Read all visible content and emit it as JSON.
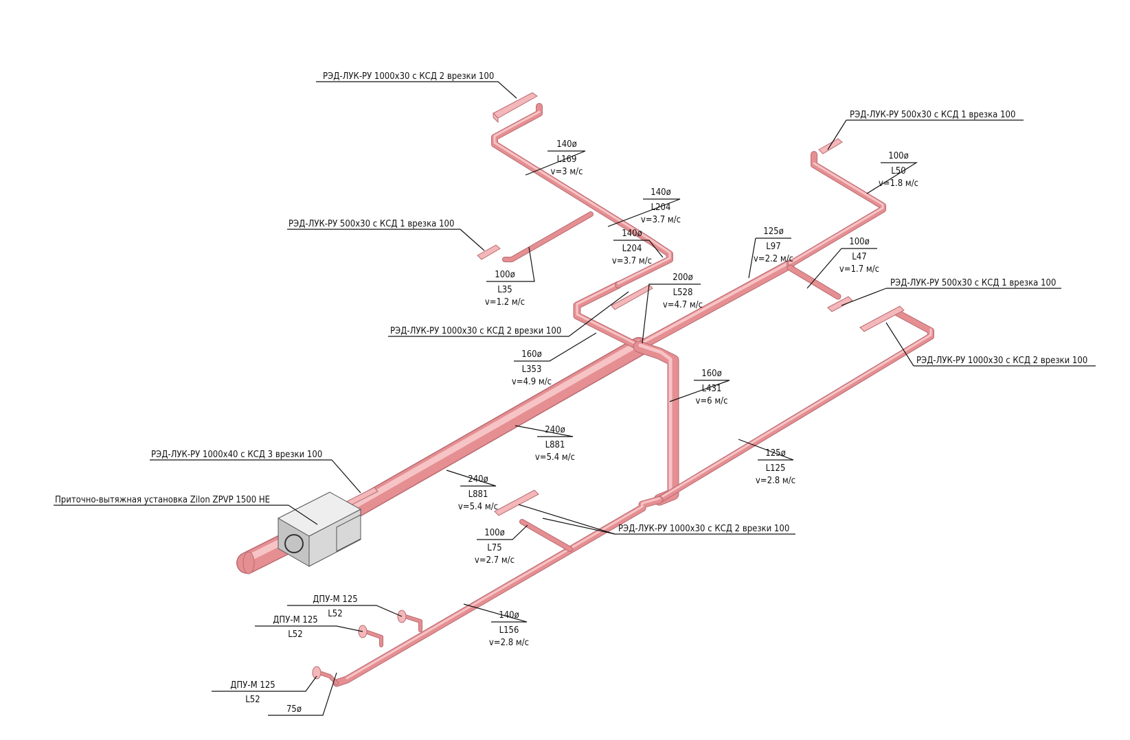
{
  "diagram": {
    "segments": [
      {
        "id": "s140a",
        "diameter": "140ø",
        "length": "L169",
        "velocity": "v=3 м/с"
      },
      {
        "id": "s140b",
        "diameter": "140ø",
        "length": "L204",
        "velocity": "v=3.7 м/с"
      },
      {
        "id": "s140c",
        "diameter": "140ø",
        "length": "L204",
        "velocity": "v=3.7 м/с"
      },
      {
        "id": "s100a",
        "diameter": "100ø",
        "length": "L35",
        "velocity": "v=1.2 м/с"
      },
      {
        "id": "s100b",
        "diameter": "100ø",
        "length": "L50",
        "velocity": "v=1.8 м/с"
      },
      {
        "id": "s125a",
        "diameter": "125ø",
        "length": "L97",
        "velocity": "v=2.2 м/с"
      },
      {
        "id": "s100c",
        "diameter": "100ø",
        "length": "L47",
        "velocity": "v=1.7 м/с"
      },
      {
        "id": "s200",
        "diameter": "200ø",
        "length": "L528",
        "velocity": "v=4.7 м/с"
      },
      {
        "id": "s160a",
        "diameter": "160ø",
        "length": "L353",
        "velocity": "v=4.9 м/с"
      },
      {
        "id": "s160b",
        "diameter": "160ø",
        "length": "L431",
        "velocity": "v=6 м/с"
      },
      {
        "id": "s240a",
        "diameter": "240ø",
        "length": "L881",
        "velocity": "v=5.4 м/с"
      },
      {
        "id": "s240b",
        "diameter": "240ø",
        "length": "L881",
        "velocity": "v=5.4 м/с"
      },
      {
        "id": "s125b",
        "diameter": "125ø",
        "length": "L125",
        "velocity": "v=2.8 м/с"
      },
      {
        "id": "s100d",
        "diameter": "100ø",
        "length": "L75",
        "velocity": "v=2.7 м/с"
      },
      {
        "id": "s140d",
        "diameter": "140ø",
        "length": "L156",
        "velocity": "v=2.8 м/с"
      }
    ],
    "devices": [
      {
        "id": "d1",
        "label": "РЭД-ЛУК-РУ 1000х30 с КСД 2 врезки 100"
      },
      {
        "id": "d2",
        "label": "РЭД-ЛУК-РУ 500х30 с КСД 1 врезка 100"
      },
      {
        "id": "d3",
        "label": "РЭД-ЛУК-РУ 500х30 с КСД 1 врезка 100"
      },
      {
        "id": "d4",
        "label": "РЭД-ЛУК-РУ 500х30 с КСД 1 врезка 100"
      },
      {
        "id": "d5",
        "label": "РЭД-ЛУК-РУ 1000х30 с КСД 2 врезки 100"
      },
      {
        "id": "d6",
        "label": "РЭД-ЛУК-РУ 1000х30 с КСД 2 врезки 100"
      },
      {
        "id": "d7",
        "label": "РЭД-ЛУК-РУ 1000х40 с КСД 3 врезки 100"
      },
      {
        "id": "d8",
        "label": "Приточно-вытяжная установка Zilon ZPVP 1500 HE"
      },
      {
        "id": "d9",
        "label": "РЭД-ЛУК-РУ 1000х30 с КСД 2 врезки 100"
      }
    ],
    "diffusers": [
      {
        "id": "f1",
        "label": "ДПУ-М 125",
        "length": "L52"
      },
      {
        "id": "f2",
        "label": "ДПУ-М 125",
        "length": "L52"
      },
      {
        "id": "f3",
        "label": "ДПУ-М 125",
        "length": "L52"
      }
    ],
    "small_branch": {
      "diameter": "75ø"
    },
    "colors": {
      "duct": "#e58f93",
      "duct_light": "#f7c4c6",
      "duct_edge": "#b86b70",
      "unit": "#d8d8d8"
    }
  }
}
